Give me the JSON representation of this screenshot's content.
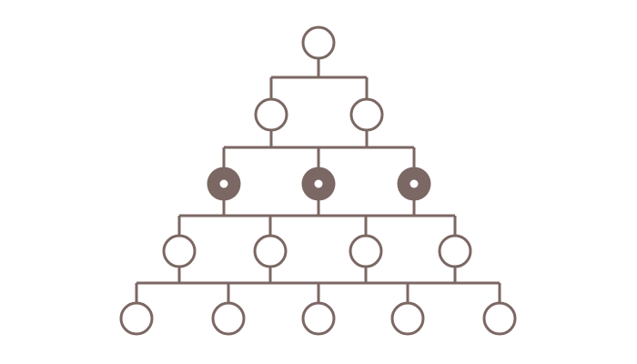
{
  "diagram": {
    "type": "hierarchy-pyramid",
    "line_color": "#7b6763",
    "fill_color": "#ffffff",
    "highlight_fill_color": "#7b6763",
    "levels": [
      {
        "name": "level-1",
        "node_count": 1,
        "highlighted": false
      },
      {
        "name": "level-2",
        "node_count": 2,
        "highlighted": false
      },
      {
        "name": "level-3",
        "node_count": 3,
        "highlighted": true
      },
      {
        "name": "level-4",
        "node_count": 4,
        "highlighted": false
      },
      {
        "name": "level-5",
        "node_count": 5,
        "highlighted": false
      }
    ]
  }
}
